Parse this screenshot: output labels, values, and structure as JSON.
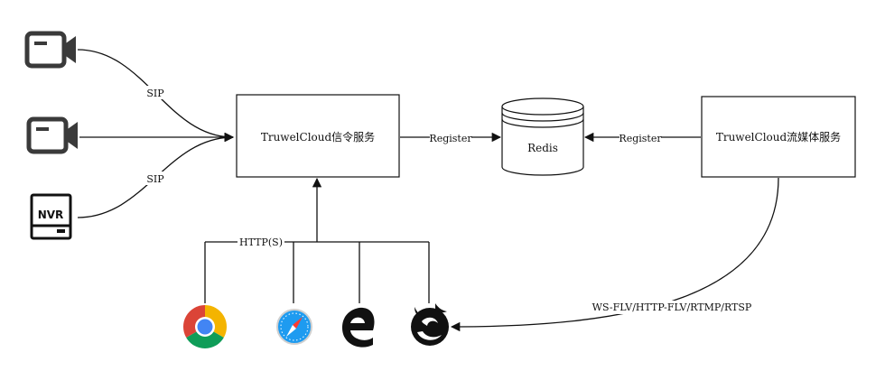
{
  "nodes": {
    "signaling": {
      "label": "TruwelCloud信令服务"
    },
    "redis": {
      "label": "Redis"
    },
    "media": {
      "label": "TruwelCloud流媒体服务"
    },
    "nvr": {
      "label": "NVR"
    }
  },
  "edges": {
    "sip_top": {
      "label": "SIP"
    },
    "sip_bottom": {
      "label": "SIP"
    },
    "register_left": {
      "label": "Register"
    },
    "register_right": {
      "label": "Register"
    },
    "http": {
      "label": "HTTP(S)"
    },
    "stream": {
      "label": "WS-FLV/HTTP-FLV/RTMP/RTSP"
    }
  },
  "icons": {
    "camera_top": "camera-icon",
    "camera_mid": "camera-icon",
    "nvr": "nvr-icon",
    "chrome": "chrome-icon",
    "safari": "safari-icon",
    "edge": "edge-icon",
    "firefox": "firefox-icon"
  },
  "colors": {
    "line": "#111111",
    "chrome_red": "#db4437",
    "chrome_green": "#0f9d58",
    "chrome_yellow": "#f4b400",
    "chrome_blue": "#4285f4",
    "safari_blue": "#1e9bf0"
  }
}
